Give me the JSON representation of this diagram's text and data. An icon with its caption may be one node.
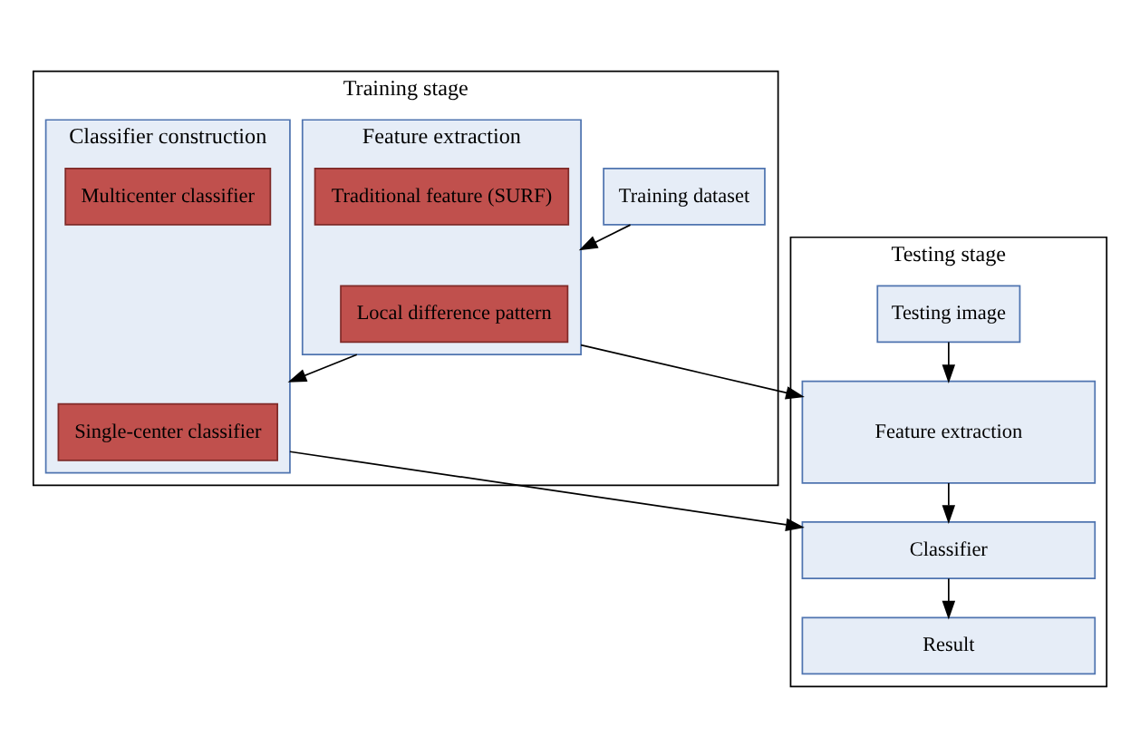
{
  "diagram": {
    "nodes": [
      {
        "text": [
          "Training stage"
        ]
      },
      {
        "text": [
          "Training dataset"
        ],
        "in": 0
      },
      {
        "text": [
          "Feature extraction"
        ],
        "in": 0
      },
      {
        "text": [
          "Local difference pattern"
        ],
        "in": 2
      },
      {
        "text": [
          "Traditional feature (SURF)"
        ],
        "in": 2
      },
      {
        "text": [
          "Classifier construction"
        ],
        "in": 0
      },
      {
        "text": [
          "Single-center classifier"
        ],
        "in": 5
      },
      {
        "text": [
          "Multicenter classifier"
        ],
        "in": 5
      },
      {
        "text": [
          "Testing stage"
        ]
      },
      {
        "text": [
          "Testing image"
        ],
        "in": 8
      },
      {
        "text": [
          "Feature extraction"
        ],
        "in": 8
      },
      {
        "text": [
          "Classifier"
        ],
        "in": 8
      },
      {
        "text": [
          "Result"
        ],
        "in": 8
      }
    ],
    "edges": [
      {
        "from": 1,
        "to": 2,
        "arrow": "to"
      },
      {
        "from": 2,
        "to": 5,
        "arrow": "to"
      },
      {
        "from": 2,
        "to": 10,
        "arrow": "to"
      },
      {
        "from": 5,
        "to": 11,
        "arrow": "to"
      },
      {
        "from": 9,
        "to": 10,
        "arrow": "to"
      },
      {
        "from": 10,
        "to": 11,
        "arrow": "to"
      },
      {
        "from": 11,
        "to": 12,
        "arrow": "to"
      }
    ]
  }
}
